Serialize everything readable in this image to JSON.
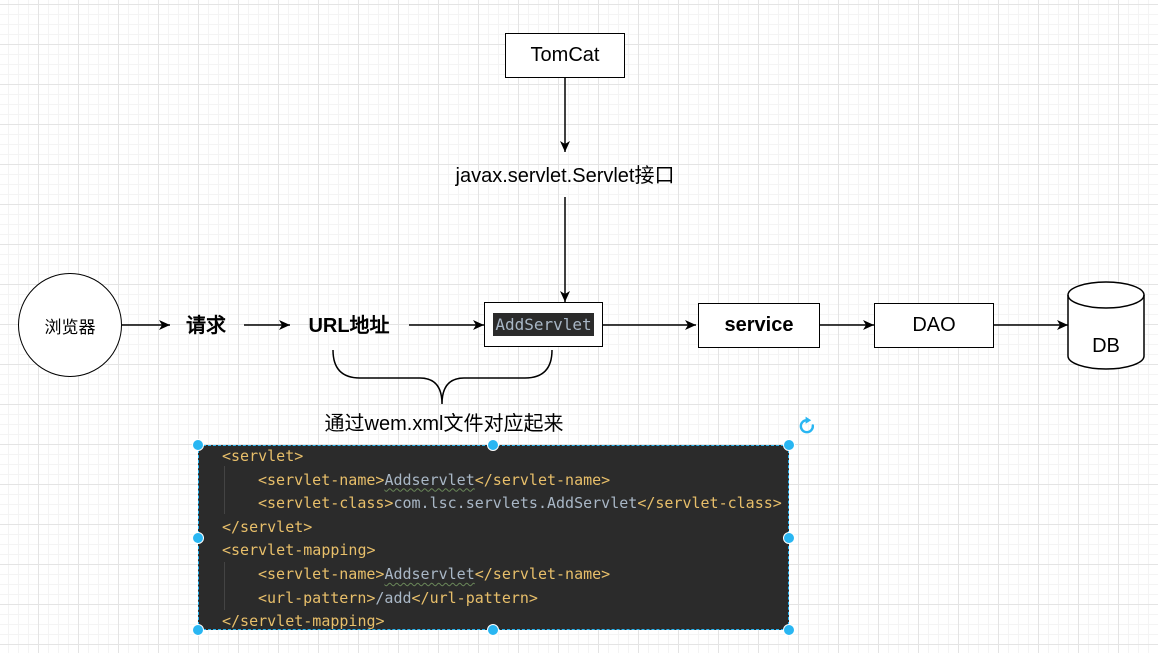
{
  "diagram": {
    "tomcat": "TomCat",
    "servlet_interface": "javax.servlet.Servlet接口",
    "browser": "浏览器",
    "request": "请求",
    "url_address": "URL地址",
    "add_servlet": "AddServlet",
    "service": "service",
    "dao": "DAO",
    "db": "DB",
    "mapping_note": "通过wem.xml文件对应起来"
  },
  "code_snippet": {
    "lines": [
      {
        "tag": "<servlet>"
      },
      {
        "start": "<servlet-name>",
        "value": "Addservlet",
        "end": "</servlet-name>"
      },
      {
        "start": "<servlet-class>",
        "value": "com.lsc.servlets.AddServlet",
        "end": "</servlet-class>"
      },
      {
        "tag": "</servlet>"
      },
      {
        "tag": "<servlet-mapping>"
      },
      {
        "start": "<servlet-name>",
        "value": "Addservlet",
        "end": "</servlet-name>"
      },
      {
        "start": "<url-pattern>",
        "value": "/add",
        "end": "</url-pattern>"
      },
      {
        "tag": "</servlet-mapping>"
      }
    ]
  },
  "colors": {
    "grid": "#e4e4e4",
    "code_background": "#2b2b2b",
    "xml_tag": "#e8bf6a",
    "xml_text": "#a9b7c6",
    "spellcheck_underline": "#6a8759",
    "selection": "#29b6f2"
  },
  "icons": {
    "rotate_handle": "rotate-icon"
  }
}
